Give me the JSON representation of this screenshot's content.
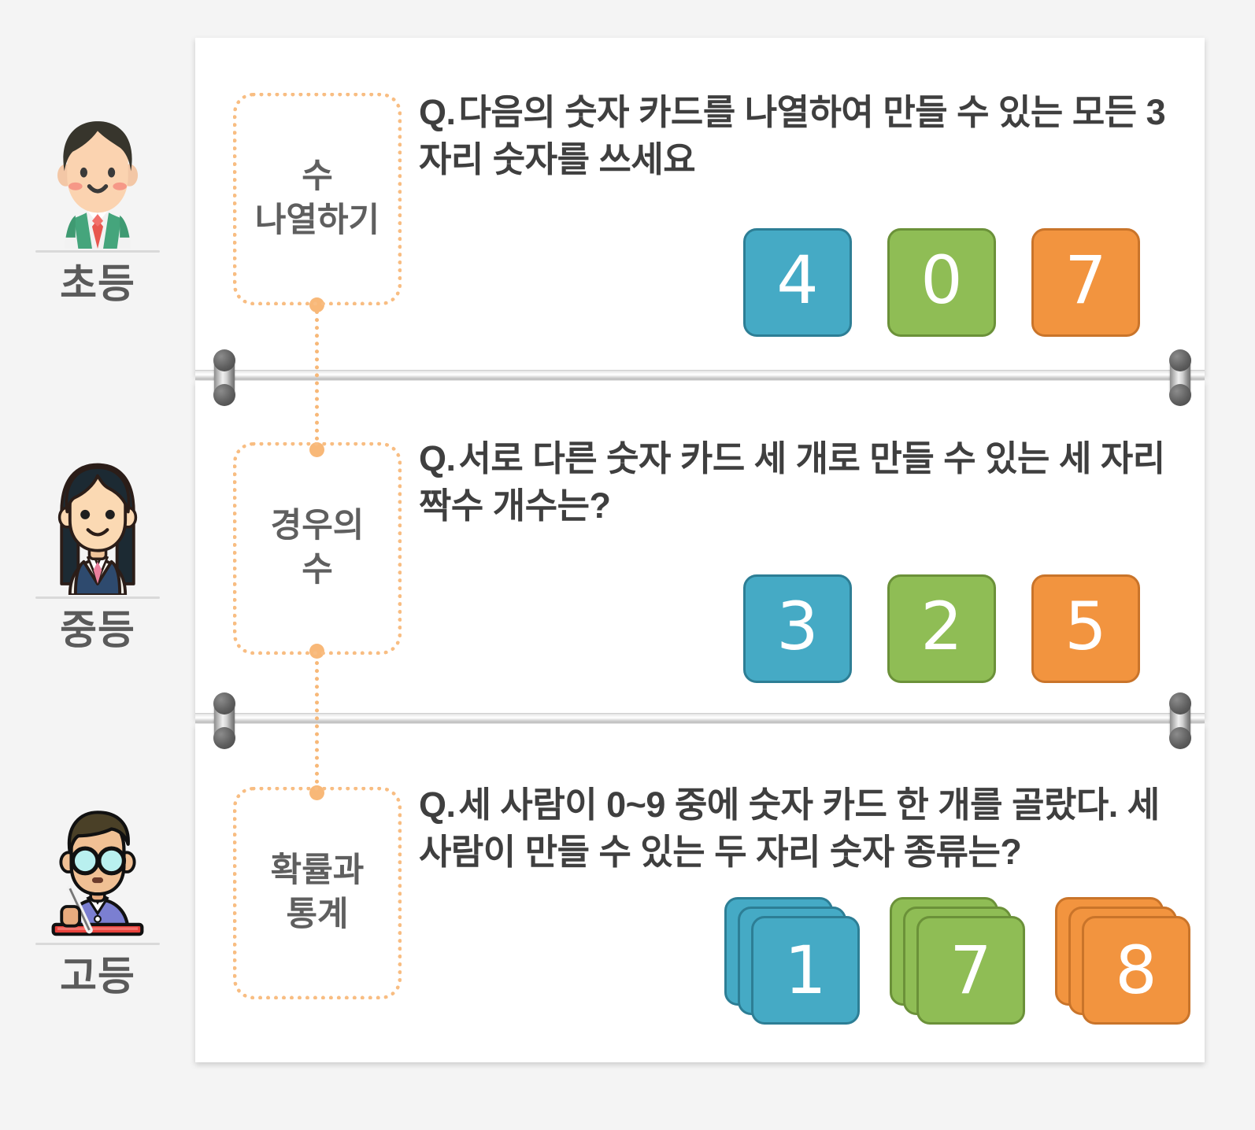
{
  "background_color": "#f4f4f4",
  "page_color": "#ffffff",
  "accent_color": "#f8bd82",
  "card_colors": {
    "blue": "#45aac5",
    "green": "#8fbd55",
    "orange": "#f2943f"
  },
  "levels": [
    {
      "avatar": "elementary-boy-avatar",
      "label": "초등",
      "category": "수\n나열하기",
      "question_marker": "Q.",
      "question": "다음의 숫자 카드를 나열하여 만들 수 있는 모든 3자리 숫자를 쓰세요",
      "cards": [
        {
          "value": "4",
          "color": "blue"
        },
        {
          "value": "0",
          "color": "green"
        },
        {
          "value": "7",
          "color": "orange"
        }
      ],
      "card_style": "single"
    },
    {
      "avatar": "middle-school-girl-avatar",
      "label": "중등",
      "category": "경우의\n수",
      "question_marker": "Q.",
      "question": "서로 다른 숫자 카드 세 개로 만들 수 있는 세 자리 짝수 개수는?",
      "cards": [
        {
          "value": "3",
          "color": "blue"
        },
        {
          "value": "2",
          "color": "green"
        },
        {
          "value": "5",
          "color": "orange"
        }
      ],
      "card_style": "single"
    },
    {
      "avatar": "high-school-boy-avatar",
      "label": "고등",
      "category": "확률과\n통계",
      "question_marker": "Q.",
      "question": "세 사람이 0~9 중에 숫자 카드 한 개를 골랐다. 세 사람이 만들 수 있는 두 자리 숫자 종류는?",
      "cards": [
        {
          "value": "1",
          "color": "blue"
        },
        {
          "value": "7",
          "color": "green"
        },
        {
          "value": "8",
          "color": "orange"
        }
      ],
      "card_style": "stacked"
    }
  ]
}
